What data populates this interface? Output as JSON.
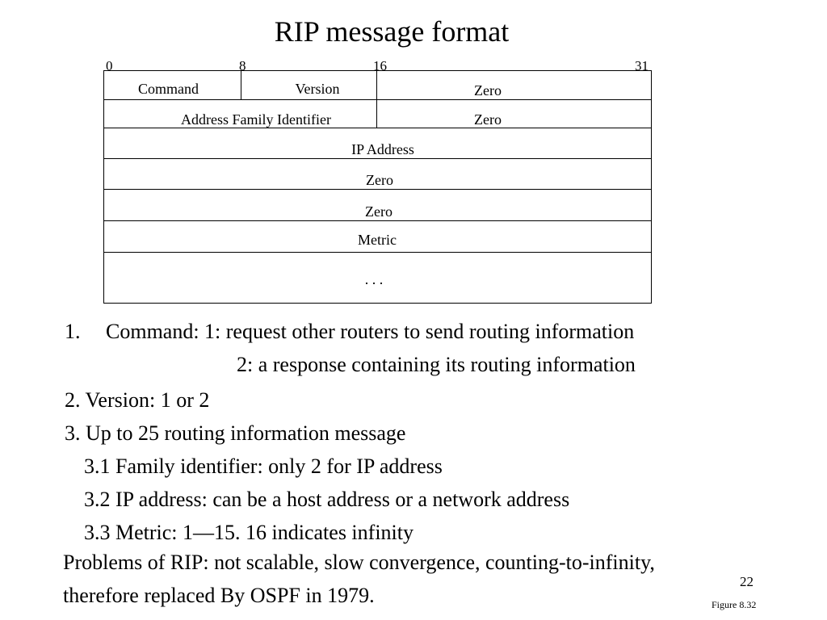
{
  "title": "RIP message format",
  "bit_positions": [
    "0",
    "8",
    "16",
    "31"
  ],
  "fields": {
    "command": "Command",
    "version": "Version",
    "zero_row1": "Zero",
    "afi": "Address Family Identifier",
    "zero_row2": "Zero",
    "ip_address": "IP Address",
    "zero_row4": "Zero",
    "zero_row5": "Zero",
    "metric": "Metric",
    "ellipsis": ". . ."
  },
  "notes": {
    "n1_number": "1.",
    "n1_line1": "Command: 1: request other routers to send routing information",
    "n1_line2": "2: a response containing its routing information",
    "n2": "2. Version: 1 or 2",
    "n3": "3. Up to 25 routing information message",
    "n3_1": "3.1 Family identifier:  only 2 for IP address",
    "n3_2": "3.2 IP address: can be a host address or a network address",
    "n3_3": "3.3 Metric: 1—15.  16 indicates infinity",
    "problems_line1": "Problems of RIP: not scalable, slow convergence, counting-to-infinity,",
    "problems_line2": "therefore replaced By OSPF in 1979."
  },
  "page_number": "22",
  "figure_label": "Figure 8.32"
}
